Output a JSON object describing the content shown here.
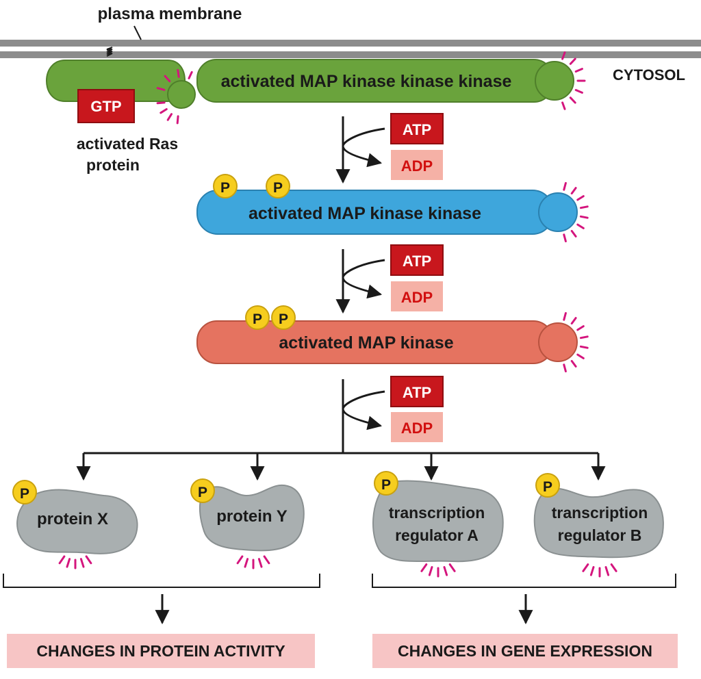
{
  "membrane": {
    "label": "plasma membrane",
    "compartment": "CYTOSOL"
  },
  "ras": {
    "nucleotide": "GTP",
    "label_line1": "activated Ras",
    "label_line2": "protein"
  },
  "kinases": {
    "mapkkk": "activated MAP kinase kinase kinase",
    "mapkk": "activated MAP kinase kinase",
    "mapk": "activated MAP kinase"
  },
  "reactions": [
    {
      "input": "ATP",
      "output": "ADP"
    },
    {
      "input": "ATP",
      "output": "ADP"
    },
    {
      "input": "ATP",
      "output": "ADP"
    }
  ],
  "phosphate": "P",
  "targets": {
    "protein_x": "protein X",
    "protein_y": "protein Y",
    "reg_a_line1": "transcription",
    "reg_a_line2": "regulator A",
    "reg_b_line1": "transcription",
    "reg_b_line2": "regulator B"
  },
  "outcomes": {
    "protein_activity": "CHANGES IN PROTEIN ACTIVITY",
    "gene_expression": "CHANGES IN GENE EXPRESSION"
  },
  "colors": {
    "membrane": "#8c8c8c",
    "mapkkk": "#6aa33c",
    "mapkk": "#3ea6dc",
    "mapk": "#e57360",
    "target": "#a9afb0",
    "gtp": "#c8171d",
    "atp": "#c8171d",
    "adp": "#f5b1a6",
    "phosphate": "#f6cd1e",
    "activation_ticks": "#d4157d",
    "outcome_box": "#f7c5c5"
  }
}
